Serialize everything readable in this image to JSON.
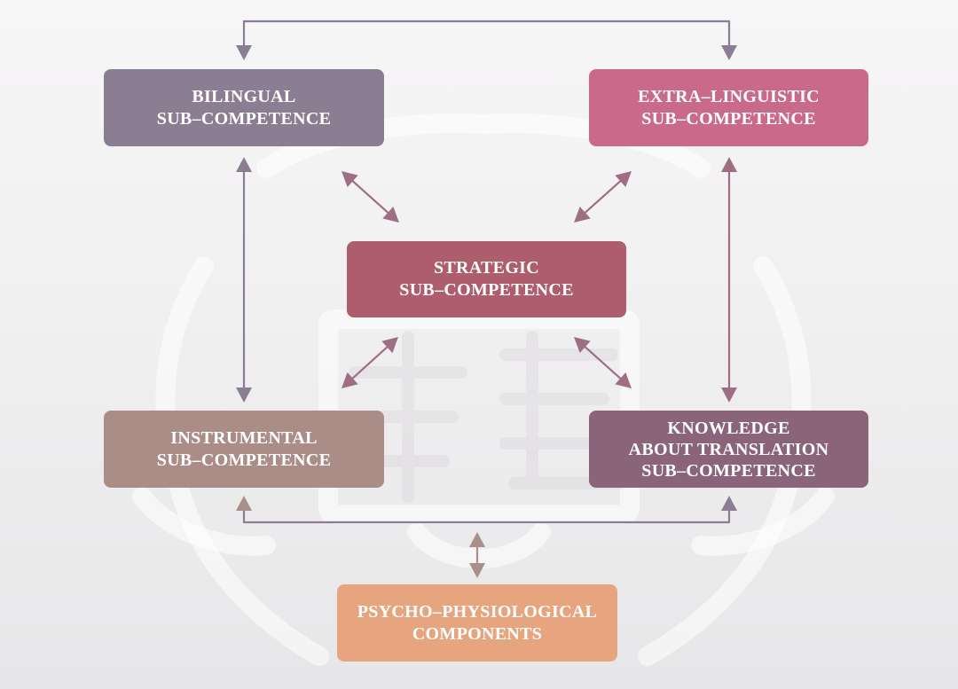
{
  "colors": {
    "bilingual": "#8b7e92",
    "extra_linguistic": "#c96a8a",
    "strategic": "#ad5d6b",
    "instrumental": "#ab8d88",
    "knowledge": "#8a6478",
    "psycho": "#e7a57f",
    "connector_gray": "#8b7e92",
    "connector_mauve": "#9e6f82"
  },
  "boxes": {
    "bilingual": "BILINGUAL\nSUB–COMPETENCE",
    "extra_linguistic": "EXTRA–LINGUISTIC\nSUB–COMPETENCE",
    "strategic": "STRATEGIC\nSUB–COMPETENCE",
    "instrumental": "INSTRUMENTAL\nSUB–COMPETENCE",
    "knowledge": "KNOWLEDGE\nABOUT TRANSLATION\nSUB–COMPETENCE",
    "psycho": "PSYCHO–PHYSIOLOGICAL\nCOMPONENTS"
  }
}
